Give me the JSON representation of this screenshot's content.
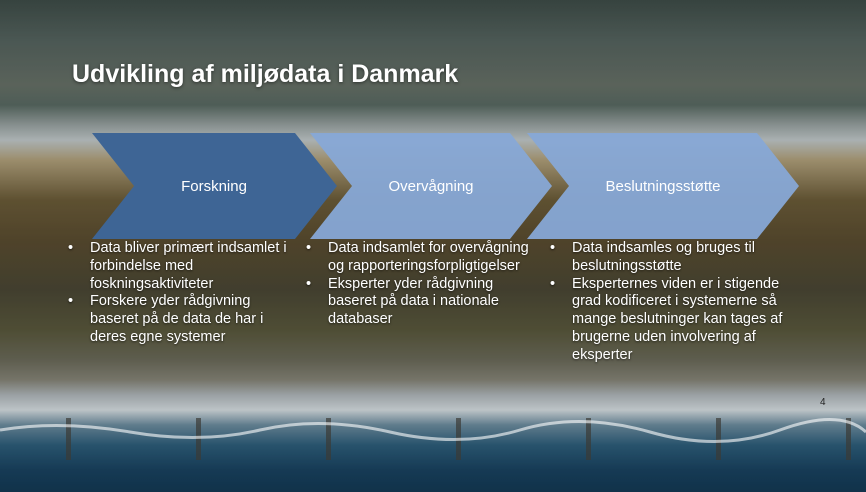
{
  "slide": {
    "title": "Udvikling af miljødata i Danmark",
    "page_number": "4"
  },
  "steps": [
    {
      "label": "Forskning",
      "color": "#3e6595"
    },
    {
      "label": "Overvågning",
      "color": "#87a8d6"
    },
    {
      "label": "Beslutningsstøtte",
      "color": "#87a8d6"
    }
  ],
  "columns": [
    {
      "bullets": [
        "Data bliver primært indsamlet i forbindelse med foskningsaktiviteter",
        "Forskere yder rådgivning baseret på de data de har i deres egne systemer"
      ]
    },
    {
      "bullets": [
        "Data indsamlet for overvågning og rapporteringsforpligtigelser",
        "Eksperter yder rådgivning baseret på data i nationale databaser"
      ]
    },
    {
      "bullets": [
        "Data indsamles og bruges til beslutningsstøtte",
        "Eksperternes viden er i stigende grad kodificeret i systemerne så mange beslutninger kan tages af brugerne uden involvering af eksperter"
      ]
    }
  ]
}
